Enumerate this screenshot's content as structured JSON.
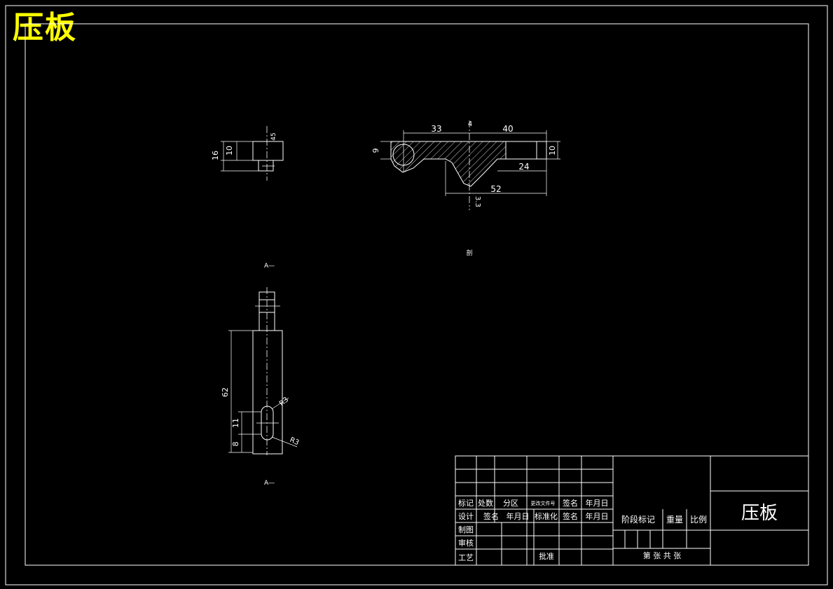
{
  "title": "压板",
  "colors": {
    "background": "#000000",
    "lines": "#ffffff",
    "title": "#ffff00"
  },
  "views": {
    "side": {
      "dims": [
        "16",
        "10",
        "45"
      ]
    },
    "section": {
      "dims": [
        "33",
        "4",
        "40",
        "9",
        "10",
        "24",
        "52",
        "3.3"
      ],
      "label": "剖"
    },
    "plan": {
      "dims": [
        "62",
        "11",
        "8",
        "R3",
        "R3"
      ],
      "marks": [
        "A—",
        "A—"
      ]
    }
  },
  "title_block": {
    "rows": [
      [
        "标记",
        "处数",
        "分区",
        "更改文件号",
        "签名",
        "年月日"
      ],
      [
        "设计",
        "签名",
        "年月日",
        "标准化",
        "签名",
        "年月日"
      ],
      [
        "制图",
        "",
        "",
        "",
        "",
        ""
      ],
      [
        "审核",
        "",
        "",
        "",
        "",
        ""
      ],
      [
        "工艺",
        "",
        "",
        "批准",
        "",
        ""
      ]
    ],
    "stage_label": "阶段标记",
    "weight_label": "重量",
    "scale_label": "比例",
    "sheet_label": "第 张  共 张",
    "part_name": "压板"
  }
}
